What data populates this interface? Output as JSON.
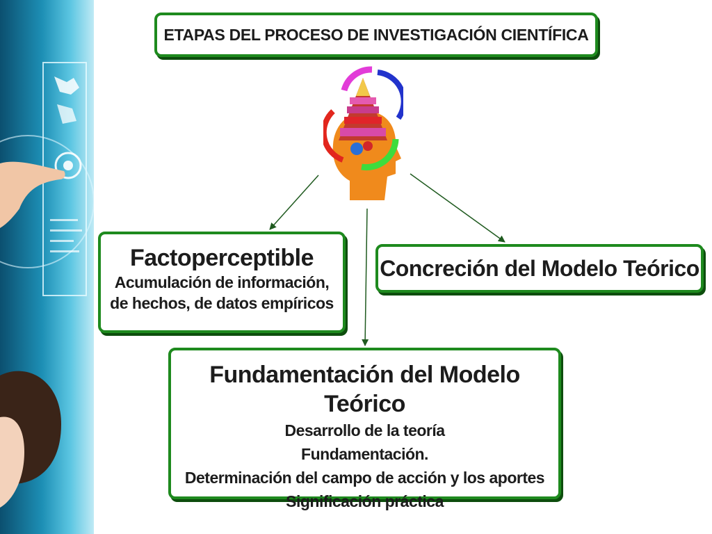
{
  "title": "ETAPAS DEL PROCESO DE INVESTIGACIÓN CIENTÍFICA",
  "stages": {
    "factoperceptible": {
      "heading": "Factoperceptible",
      "lines": [
        "Acumulación de información,",
        "de hechos, de datos empíricos"
      ]
    },
    "concrecion": {
      "heading": "Concreción del Modelo Teórico"
    },
    "fundamentacion": {
      "heading": "Fundamentación del Modelo Teórico",
      "lines": [
        "Desarrollo de la teoría",
        "Fundamentación.",
        "Determinación del campo de acción y los aportes",
        "Significación práctica"
      ]
    }
  },
  "colors": {
    "box_border": "#1e8a1e",
    "arrow": "#1f5a1f",
    "side_panel": "#1d8fb5"
  },
  "icons": {
    "center": "head-pyramid-cycle-icon",
    "side": "touchscreen-hand-decoration"
  }
}
